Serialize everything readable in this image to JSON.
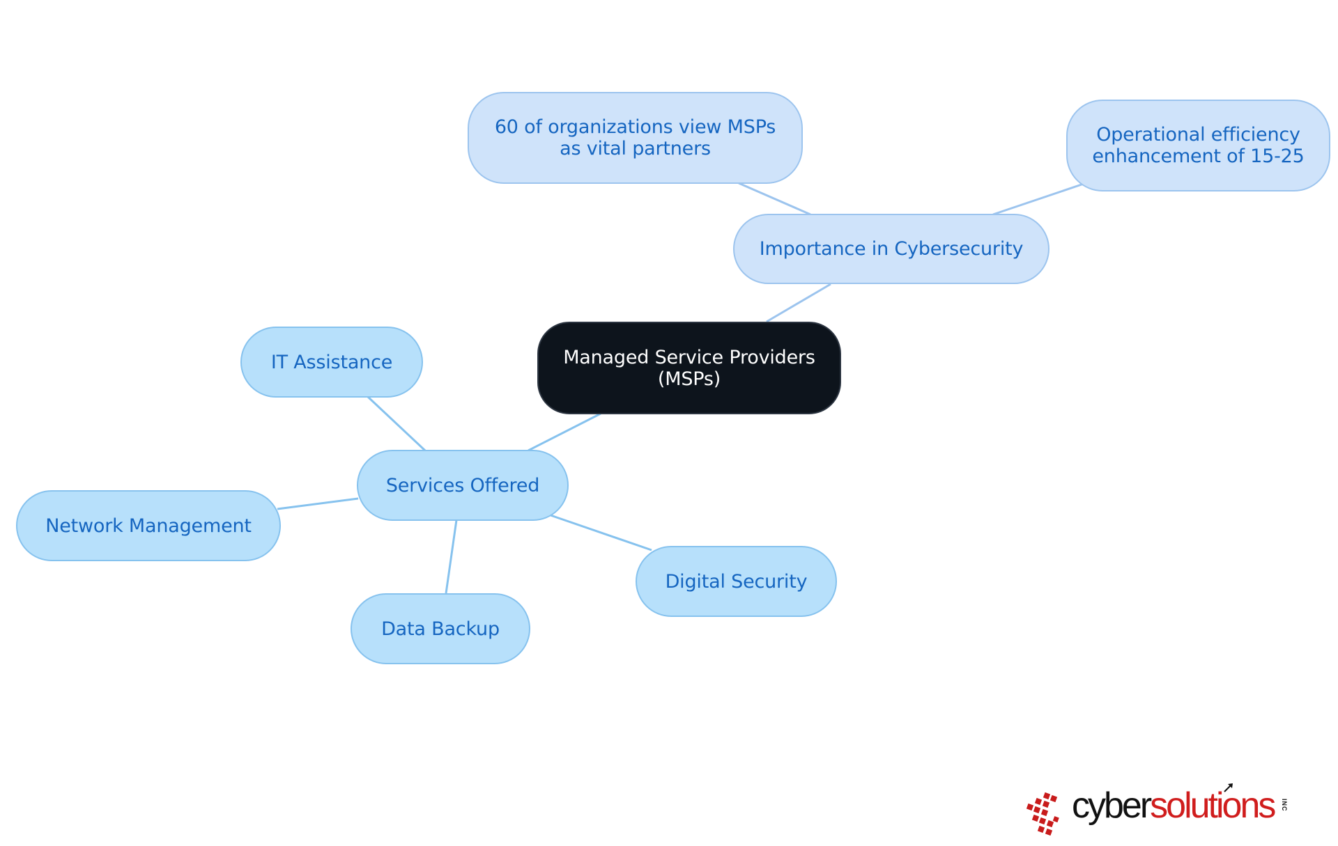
{
  "diagram": {
    "type": "mind-map",
    "colors": {
      "center_fill": "#0d141c",
      "center_text": "#ffffff",
      "branch_pale_fill": "#cfe3fa",
      "branch_sky_fill": "#b7e0fb",
      "node_text": "#1565c0",
      "edge_pale": "#9cc4ee",
      "edge_sky": "#86c2ee"
    },
    "nodes": {
      "center": "Managed Service Providers\n(MSPs)",
      "importance": "Importance in Cybersecurity",
      "partners": "60 of organizations view MSPs\nas vital partners",
      "efficiency": "Operational efficiency\nenhancement of 15-25",
      "services": "Services Offered",
      "it_assistance": "IT Assistance",
      "network": "Network Management",
      "backup": "Data Backup",
      "security": "Digital Security"
    },
    "edges": [
      [
        "center",
        "importance"
      ],
      [
        "importance",
        "partners"
      ],
      [
        "importance",
        "efficiency"
      ],
      [
        "center",
        "services"
      ],
      [
        "services",
        "it_assistance"
      ],
      [
        "services",
        "network"
      ],
      [
        "services",
        "backup"
      ],
      [
        "services",
        "security"
      ]
    ]
  },
  "logo": {
    "word1": "cyber",
    "word2": "solutions",
    "suffix": "INC",
    "colors": {
      "dark": "#111111",
      "red": "#d01d1d"
    }
  }
}
